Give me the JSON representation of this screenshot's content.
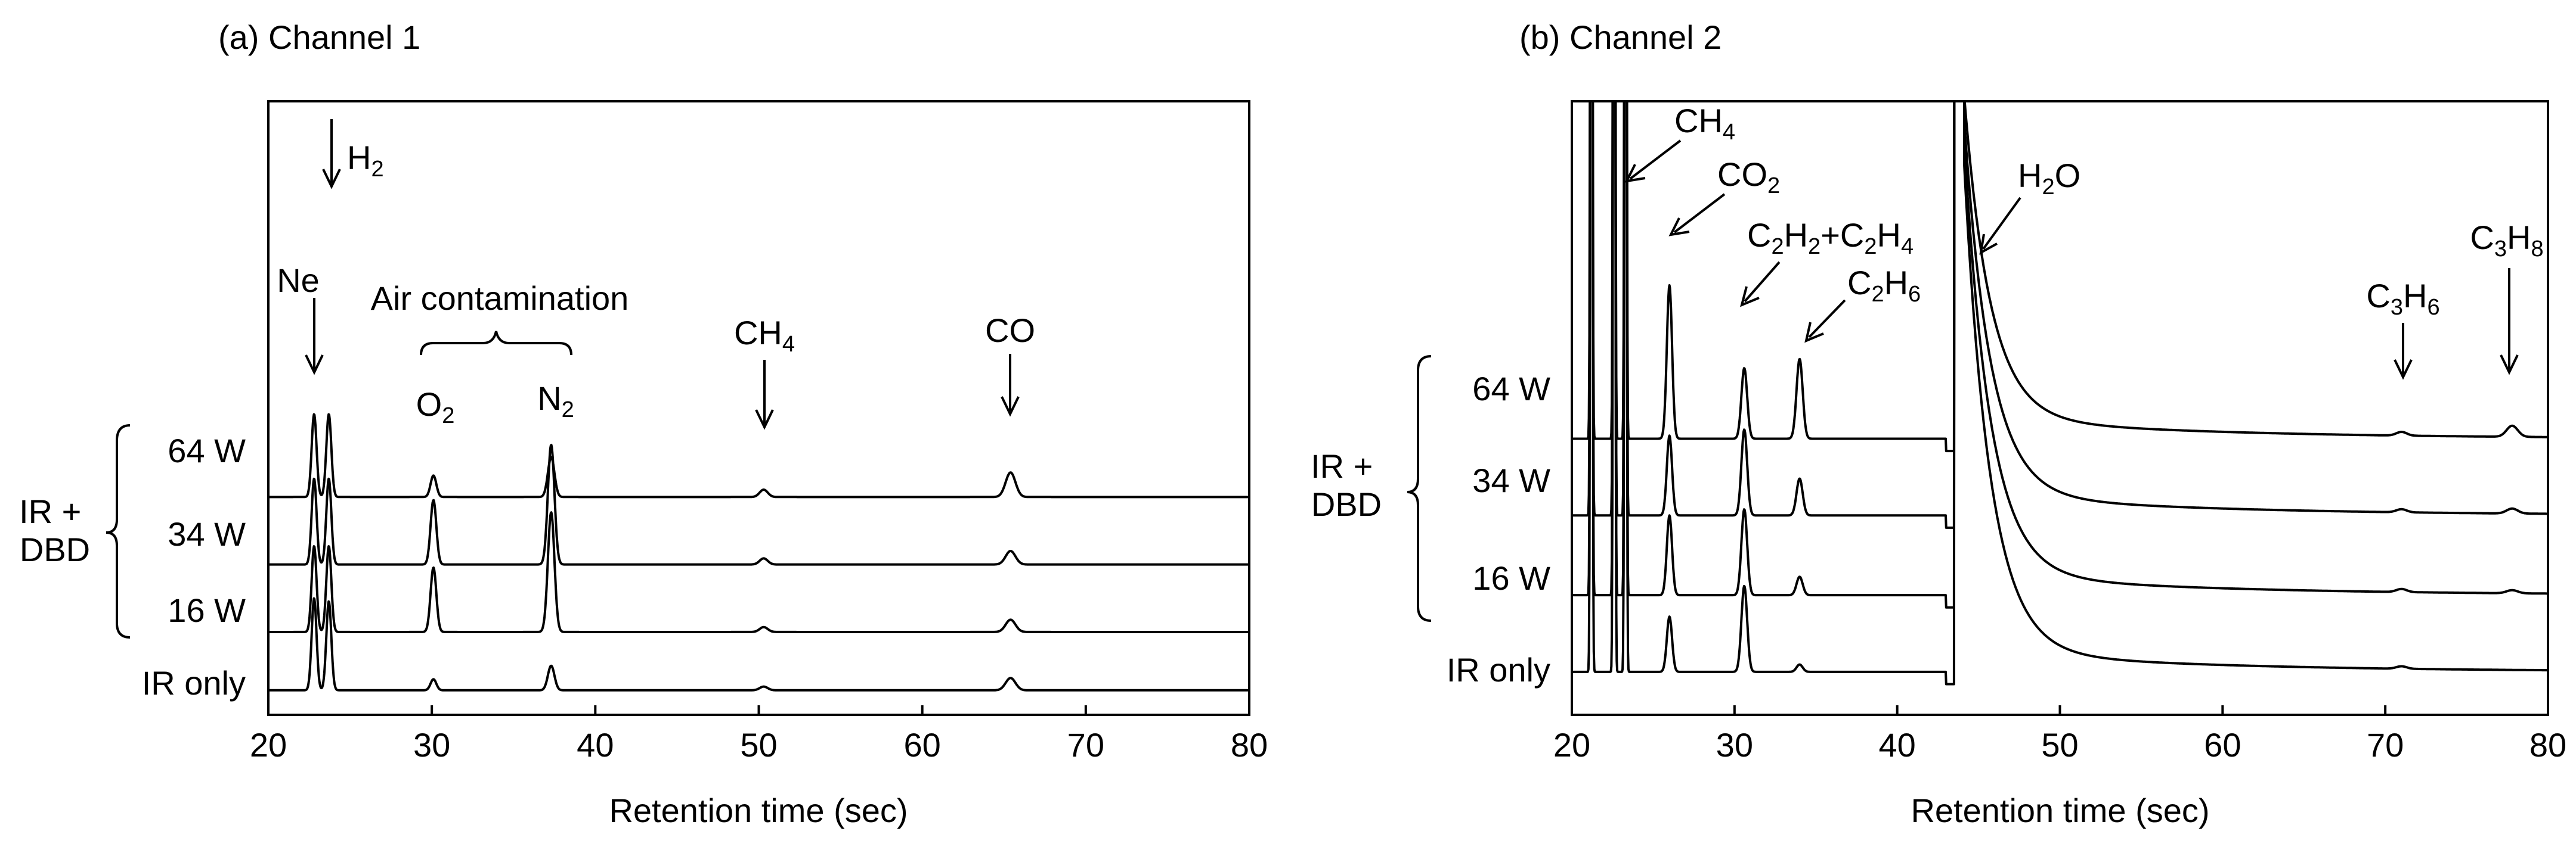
{
  "chart_data": [
    {
      "type": "line",
      "title": "(a) Channel 1",
      "xlabel": "Retention time (sec)",
      "ylabel": "",
      "xlim": [
        20,
        80
      ],
      "xticks": [
        20,
        30,
        40,
        50,
        60,
        70,
        80
      ],
      "ylim": [
        0,
        1
      ],
      "y_axis_labels": false,
      "grid": false,
      "group_label": [
        "IR +",
        "DBD"
      ],
      "series": [
        {
          "name": "64 W",
          "baseline": 0.355,
          "peaks": [
            [
              22.8,
              0.135
            ],
            [
              23.7,
              0.135
            ],
            [
              30.1,
              0.035
            ],
            [
              37.3,
              0.065
            ],
            [
              50.3,
              0.012
            ],
            [
              65.4,
              0.04
            ]
          ]
        },
        {
          "name": "34 W",
          "baseline": 0.245,
          "peaks": [
            [
              22.8,
              0.14
            ],
            [
              23.7,
              0.14
            ],
            [
              30.1,
              0.105
            ],
            [
              37.3,
              0.195
            ],
            [
              50.3,
              0.01
            ],
            [
              65.4,
              0.022
            ]
          ]
        },
        {
          "name": "16 W",
          "baseline": 0.135,
          "peaks": [
            [
              22.8,
              0.14
            ],
            [
              23.7,
              0.14
            ],
            [
              30.1,
              0.105
            ],
            [
              37.3,
              0.195
            ],
            [
              50.3,
              0.008
            ],
            [
              65.4,
              0.02
            ]
          ]
        },
        {
          "name": "IR only",
          "baseline": 0.04,
          "peaks": [
            [
              22.8,
              0.15
            ],
            [
              23.7,
              0.145
            ],
            [
              30.1,
              0.018
            ],
            [
              37.3,
              0.04
            ],
            [
              50.3,
              0.006
            ],
            [
              65.4,
              0.02
            ]
          ]
        }
      ],
      "annotations": [
        {
          "label": "Ne",
          "x": 22.8
        },
        {
          "label": "H",
          "sub": "2",
          "x": 23.7
        },
        {
          "label": "Air contamination",
          "x_range": [
            29.3,
            38.7
          ]
        },
        {
          "label": "O",
          "sub": "2",
          "x": 30.1
        },
        {
          "label": "N",
          "sub": "2",
          "x": 37.3
        },
        {
          "label": "CH",
          "sub": "4",
          "x": 50.3
        },
        {
          "label": "CO",
          "x": 65.4
        }
      ]
    },
    {
      "type": "line",
      "title": "(b) Channel 2",
      "xlabel": "Retention time (sec)",
      "ylabel": "",
      "xlim": [
        20,
        80
      ],
      "xticks": [
        20,
        30,
        40,
        50,
        60,
        70,
        80
      ],
      "ylim": [
        0,
        1
      ],
      "y_axis_labels": false,
      "grid": false,
      "group_label": [
        "IR +",
        "DBD"
      ],
      "series": [
        {
          "name": "64 W",
          "baseline": 0.45,
          "peaks": [
            [
              26.0,
              0.25
            ],
            [
              30.6,
              0.115
            ],
            [
              34.0,
              0.13
            ],
            [
              71.0,
              0.006
            ],
            [
              77.8,
              0.018
            ]
          ],
          "water_start": 0.53
        },
        {
          "name": "34 W",
          "baseline": 0.325,
          "peaks": [
            [
              26.0,
              0.13
            ],
            [
              30.6,
              0.14
            ],
            [
              34.0,
              0.06
            ],
            [
              71.0,
              0.005
            ],
            [
              77.8,
              0.008
            ]
          ],
          "water_start": 0.615
        },
        {
          "name": "16 W",
          "baseline": 0.195,
          "peaks": [
            [
              26.0,
              0.13
            ],
            [
              30.6,
              0.14
            ],
            [
              34.0,
              0.03
            ],
            [
              71.0,
              0.005
            ],
            [
              77.8,
              0.005
            ]
          ],
          "water_start": 0.71
        },
        {
          "name": "IR only",
          "baseline": 0.07,
          "peaks": [
            [
              26.0,
              0.09
            ],
            [
              30.6,
              0.14
            ],
            [
              34.0,
              0.012
            ],
            [
              71.0,
              0.004
            ]
          ],
          "water_start": 0.8
        }
      ],
      "annotations": [
        {
          "label": "CH",
          "sub": "4",
          "x": 23.3
        },
        {
          "label": "CO",
          "sub": "2",
          "x": 26.0
        },
        {
          "label": "C2H2+C2H4",
          "x": 30.6
        },
        {
          "label": "C2H6",
          "x": 34.0
        },
        {
          "label": "H",
          "sub": "2",
          "tail": "O",
          "x": 45.5
        },
        {
          "label": "C3H6",
          "x": 71.0
        },
        {
          "label": "C3H8",
          "x": 77.8
        }
      ]
    }
  ]
}
